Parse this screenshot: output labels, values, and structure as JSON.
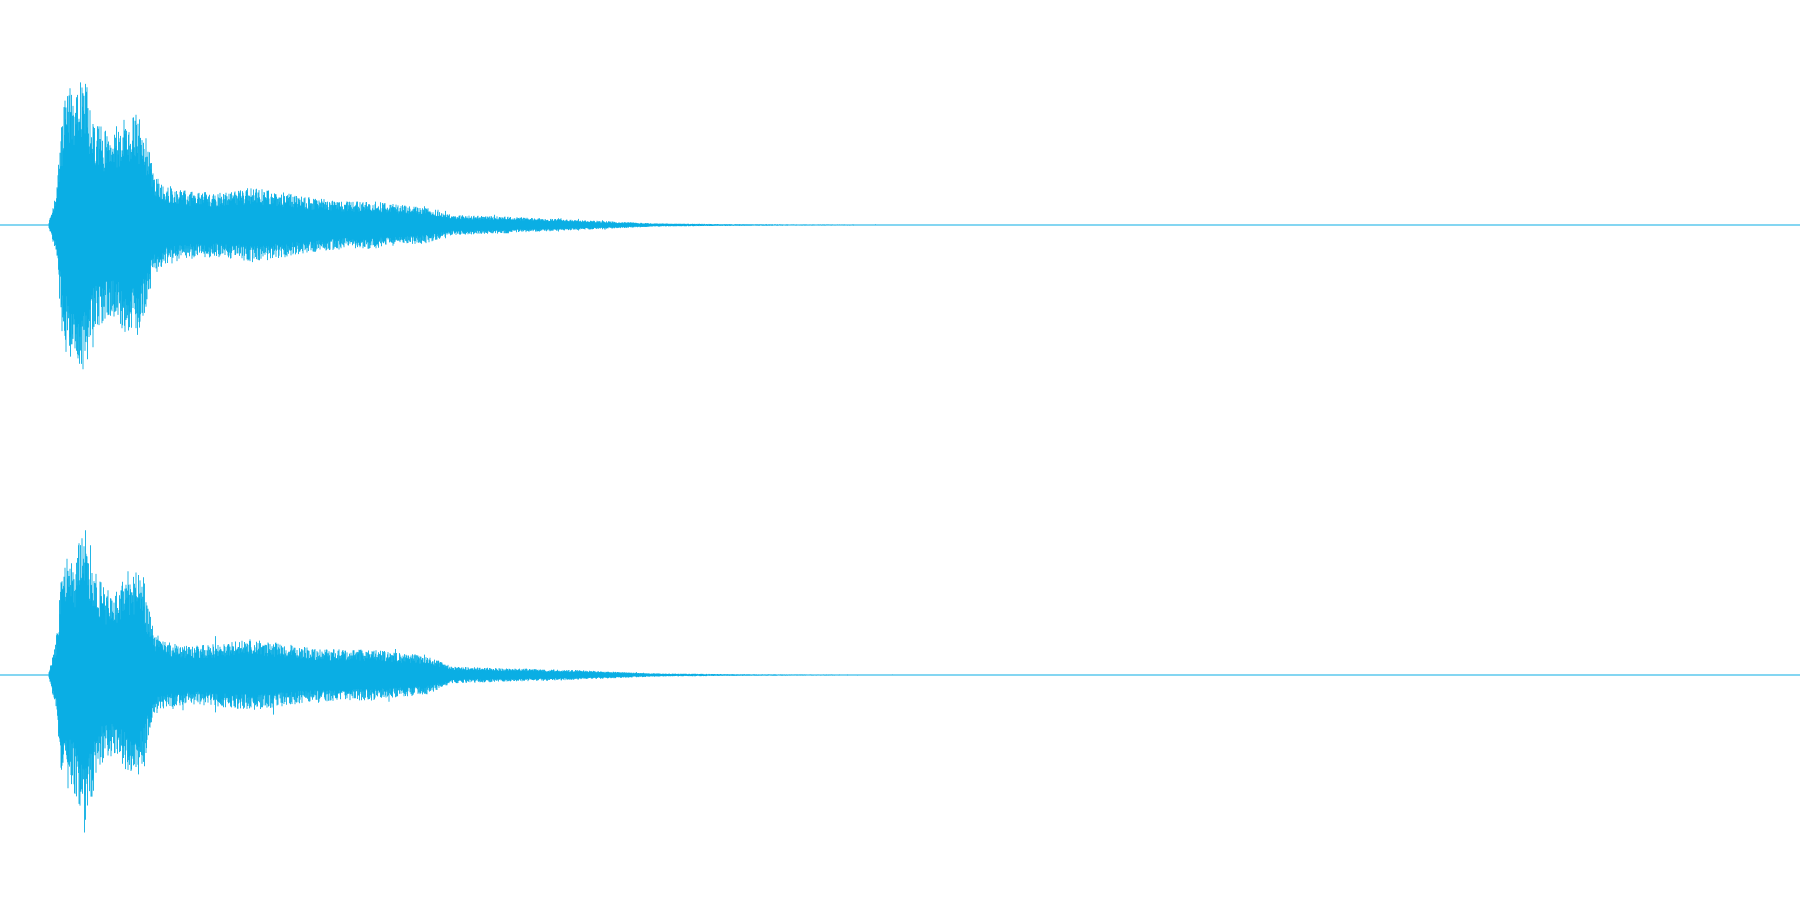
{
  "waveform": {
    "color": "#0aaee4",
    "background": "#ffffff",
    "channels": [
      {
        "name": "channel-1",
        "peak": 0.92,
        "envelope": [
          [
            0.0,
            0.02
          ],
          [
            0.004,
            0.18
          ],
          [
            0.008,
            0.7
          ],
          [
            0.012,
            0.82
          ],
          [
            0.016,
            0.78
          ],
          [
            0.02,
            0.92
          ],
          [
            0.025,
            0.62
          ],
          [
            0.03,
            0.58
          ],
          [
            0.035,
            0.55
          ],
          [
            0.04,
            0.6
          ],
          [
            0.045,
            0.66
          ],
          [
            0.05,
            0.66
          ],
          [
            0.055,
            0.55
          ],
          [
            0.06,
            0.3
          ],
          [
            0.065,
            0.24
          ],
          [
            0.08,
            0.2
          ],
          [
            0.1,
            0.19
          ],
          [
            0.115,
            0.22
          ],
          [
            0.13,
            0.2
          ],
          [
            0.15,
            0.16
          ],
          [
            0.17,
            0.14
          ],
          [
            0.185,
            0.14
          ],
          [
            0.2,
            0.12
          ],
          [
            0.215,
            0.11
          ],
          [
            0.23,
            0.06
          ],
          [
            0.26,
            0.05
          ],
          [
            0.3,
            0.03
          ],
          [
            0.32,
            0.022
          ],
          [
            0.345,
            0.01
          ],
          [
            0.38,
            0.006
          ],
          [
            0.42,
            0.004
          ],
          [
            0.48,
            0.003
          ],
          [
            0.54,
            0.002
          ],
          [
            0.56,
            0.0
          ]
        ]
      },
      {
        "name": "channel-2",
        "peak": 0.96,
        "envelope": [
          [
            0.0,
            0.02
          ],
          [
            0.004,
            0.2
          ],
          [
            0.008,
            0.7
          ],
          [
            0.012,
            0.68
          ],
          [
            0.016,
            0.72
          ],
          [
            0.02,
            0.96
          ],
          [
            0.025,
            0.7
          ],
          [
            0.03,
            0.55
          ],
          [
            0.035,
            0.48
          ],
          [
            0.04,
            0.52
          ],
          [
            0.045,
            0.64
          ],
          [
            0.05,
            0.62
          ],
          [
            0.055,
            0.48
          ],
          [
            0.06,
            0.26
          ],
          [
            0.065,
            0.2
          ],
          [
            0.08,
            0.17
          ],
          [
            0.1,
            0.19
          ],
          [
            0.115,
            0.21
          ],
          [
            0.13,
            0.19
          ],
          [
            0.15,
            0.16
          ],
          [
            0.17,
            0.15
          ],
          [
            0.185,
            0.15
          ],
          [
            0.2,
            0.13
          ],
          [
            0.215,
            0.12
          ],
          [
            0.23,
            0.05
          ],
          [
            0.26,
            0.04
          ],
          [
            0.3,
            0.03
          ],
          [
            0.32,
            0.02
          ],
          [
            0.345,
            0.01
          ],
          [
            0.38,
            0.006
          ],
          [
            0.42,
            0.004
          ],
          [
            0.48,
            0.003
          ],
          [
            0.54,
            0.002
          ],
          [
            0.56,
            0.0
          ]
        ]
      }
    ]
  }
}
